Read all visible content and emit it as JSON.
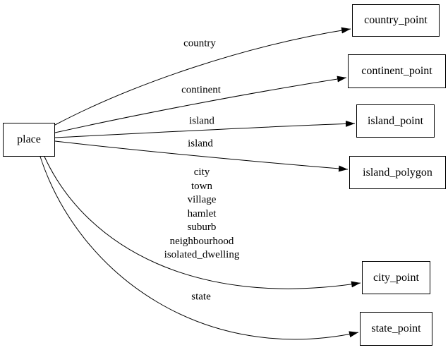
{
  "diagram": {
    "background_color": "#ffffff",
    "line_color": "#000000",
    "text_color": "#000000",
    "nodes": [
      {
        "id": "place",
        "label": "place",
        "shape": "box"
      },
      {
        "id": "country_point",
        "label": "country_point",
        "shape": "box"
      },
      {
        "id": "continent_point",
        "label": "continent_point",
        "shape": "box"
      },
      {
        "id": "island_point",
        "label": "island_point",
        "shape": "box"
      },
      {
        "id": "island_polygon",
        "label": "island_polygon",
        "shape": "box"
      },
      {
        "id": "city_point",
        "label": "city_point",
        "shape": "box"
      },
      {
        "id": "state_point",
        "label": "state_point",
        "shape": "box"
      }
    ],
    "edges": [
      {
        "from": "place",
        "to": "country_point",
        "label": "country"
      },
      {
        "from": "place",
        "to": "continent_point",
        "label": "continent"
      },
      {
        "from": "place",
        "to": "island_point",
        "label": "island"
      },
      {
        "from": "place",
        "to": "island_polygon",
        "label": "island"
      },
      {
        "from": "place",
        "to": "city_point",
        "label": "city\ntown\nvillage\nhamlet\nsuburb\nneighbourhood\nisolated_dwelling"
      },
      {
        "from": "place",
        "to": "state_point",
        "label": "state"
      }
    ]
  }
}
